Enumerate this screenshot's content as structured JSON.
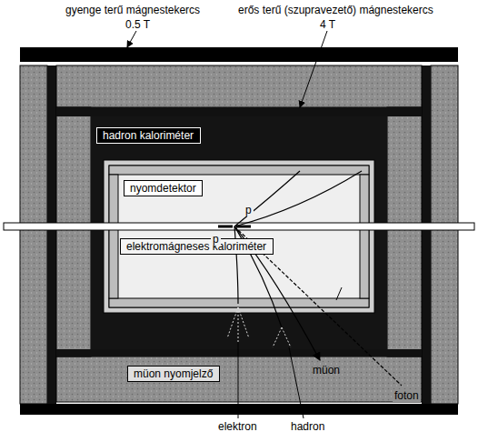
{
  "diagram": {
    "nodes": [
      {
        "text": [
          "hadron kaloriméter"
        ]
      },
      {
        "text": [
          "nyomdetektor"
        ]
      },
      {
        "text": [
          "elektromágneses kaloriméter"
        ]
      },
      {
        "text": [
          "müon nyomjelző"
        ]
      }
    ],
    "labels": [
      "gyenge terű mágnestekercs",
      "0.5 T",
      "erős terű (szupravezető) mágnestekercs",
      "4 T",
      "p",
      "p",
      "müon",
      "foton",
      "elektron",
      "hadron"
    ]
  }
}
